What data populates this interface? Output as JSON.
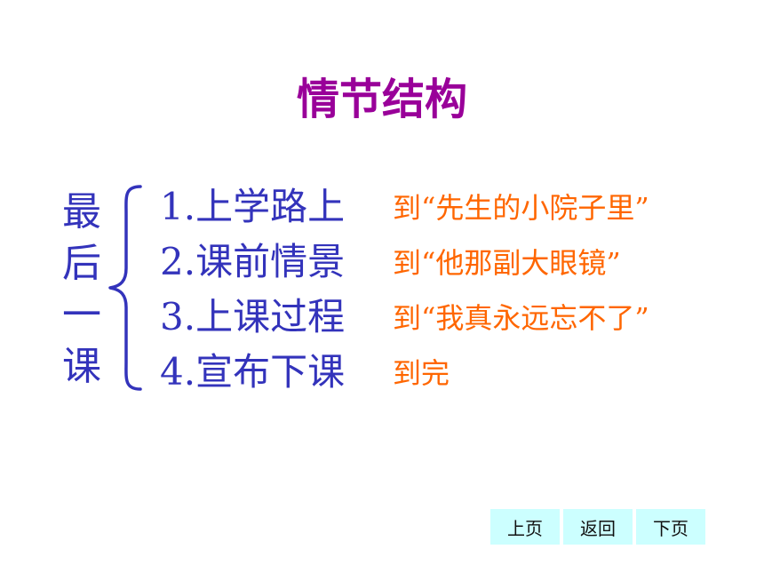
{
  "title": "情节结构",
  "vertical_label": [
    "最",
    "后",
    "一",
    "课"
  ],
  "rows": [
    {
      "main": "1.上学路上",
      "note": "到“先生的小院子里”"
    },
    {
      "main": "2.课前情景",
      "note": "到“他那副大眼镜”"
    },
    {
      "main": "3.上课过程",
      "note": "到“我真永远忘不了”"
    },
    {
      "main": "4.宣布下课",
      "note": "到完"
    }
  ],
  "nav": {
    "prev_label": "上页",
    "back_label": "返回",
    "next_label": "下页"
  },
  "colors": {
    "title": "#990099",
    "main_text": "#3333bb",
    "note_text": "#ff6600",
    "brace": "#3333bb",
    "nav_button_bg": "#ccffff"
  },
  "icons": {
    "brace": "left-curly-brace"
  }
}
